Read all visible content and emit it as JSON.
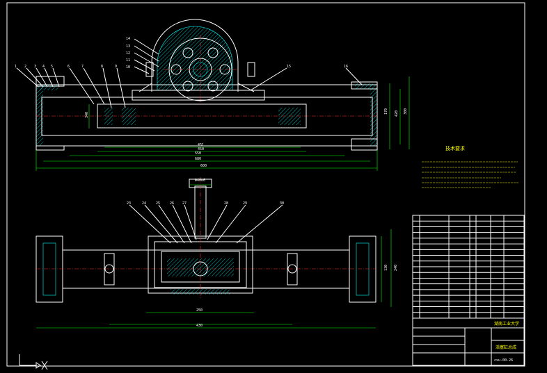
{
  "drawing": {
    "title_block": {
      "school": "湖南工业大学",
      "drawing_name": "活塞缸总成",
      "drawing_no": "cxu-00-26"
    },
    "tech_req": {
      "title": "技术要求"
    },
    "top_view_dims": [
      "600",
      "680",
      "550",
      "450",
      "451",
      "340"
    ],
    "top_view_right_dims": [
      "300",
      "420",
      "170"
    ],
    "front_view_dims": [
      "Φ40e6",
      "250",
      "430",
      "130",
      "240"
    ],
    "callouts_top": [
      "1",
      "2",
      "3",
      "4",
      "5",
      "6",
      "7",
      "8",
      "9",
      "10",
      "11",
      "12",
      "13",
      "14",
      "15",
      "16"
    ],
    "callouts_front": [
      "23",
      "24",
      "25",
      "26",
      "27",
      "28",
      "29",
      "30"
    ],
    "parts_list_rows": 18
  },
  "colors": {
    "outline": "#ffffff",
    "dimension": "#00ff00",
    "centerline": "#ff3030",
    "hatch": "#00ffff",
    "text": "#ffff00"
  }
}
